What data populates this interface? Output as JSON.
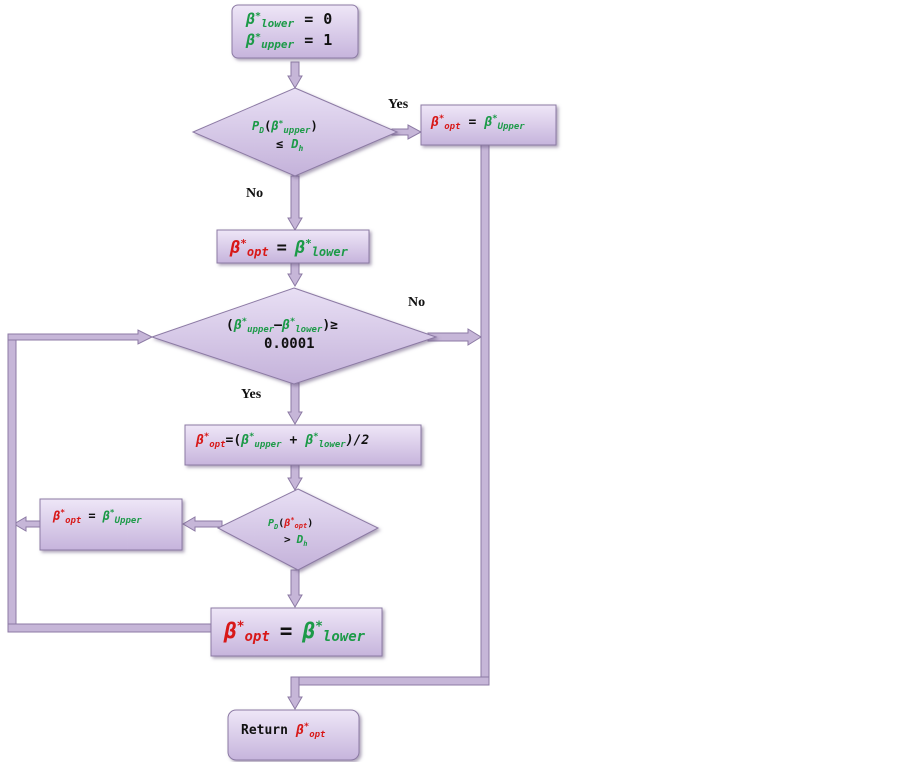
{
  "colors": {
    "green": "#1c9a48",
    "red": "#d81818",
    "node_fill": "#d4c6e4",
    "arrow": "#c6b6d8"
  },
  "beta": "β",
  "star": "*",
  "sub": {
    "lower": "lower",
    "upper": "upper",
    "Upper": "Upper",
    "opt": "opt",
    "D": "D",
    "h": "h"
  },
  "ops": {
    "eq": "=",
    "le": "≤",
    "ge": "≥",
    "gt": ">",
    "lparen": "(",
    "rparen": ")",
    "minus": "–",
    "plus": "+",
    "half": ")/2",
    "P": "P"
  },
  "values": {
    "zero": "0",
    "one": "1",
    "tolerance": "0.0001"
  },
  "return_label": "Return",
  "edges": {
    "yes": "Yes",
    "no": "No"
  }
}
